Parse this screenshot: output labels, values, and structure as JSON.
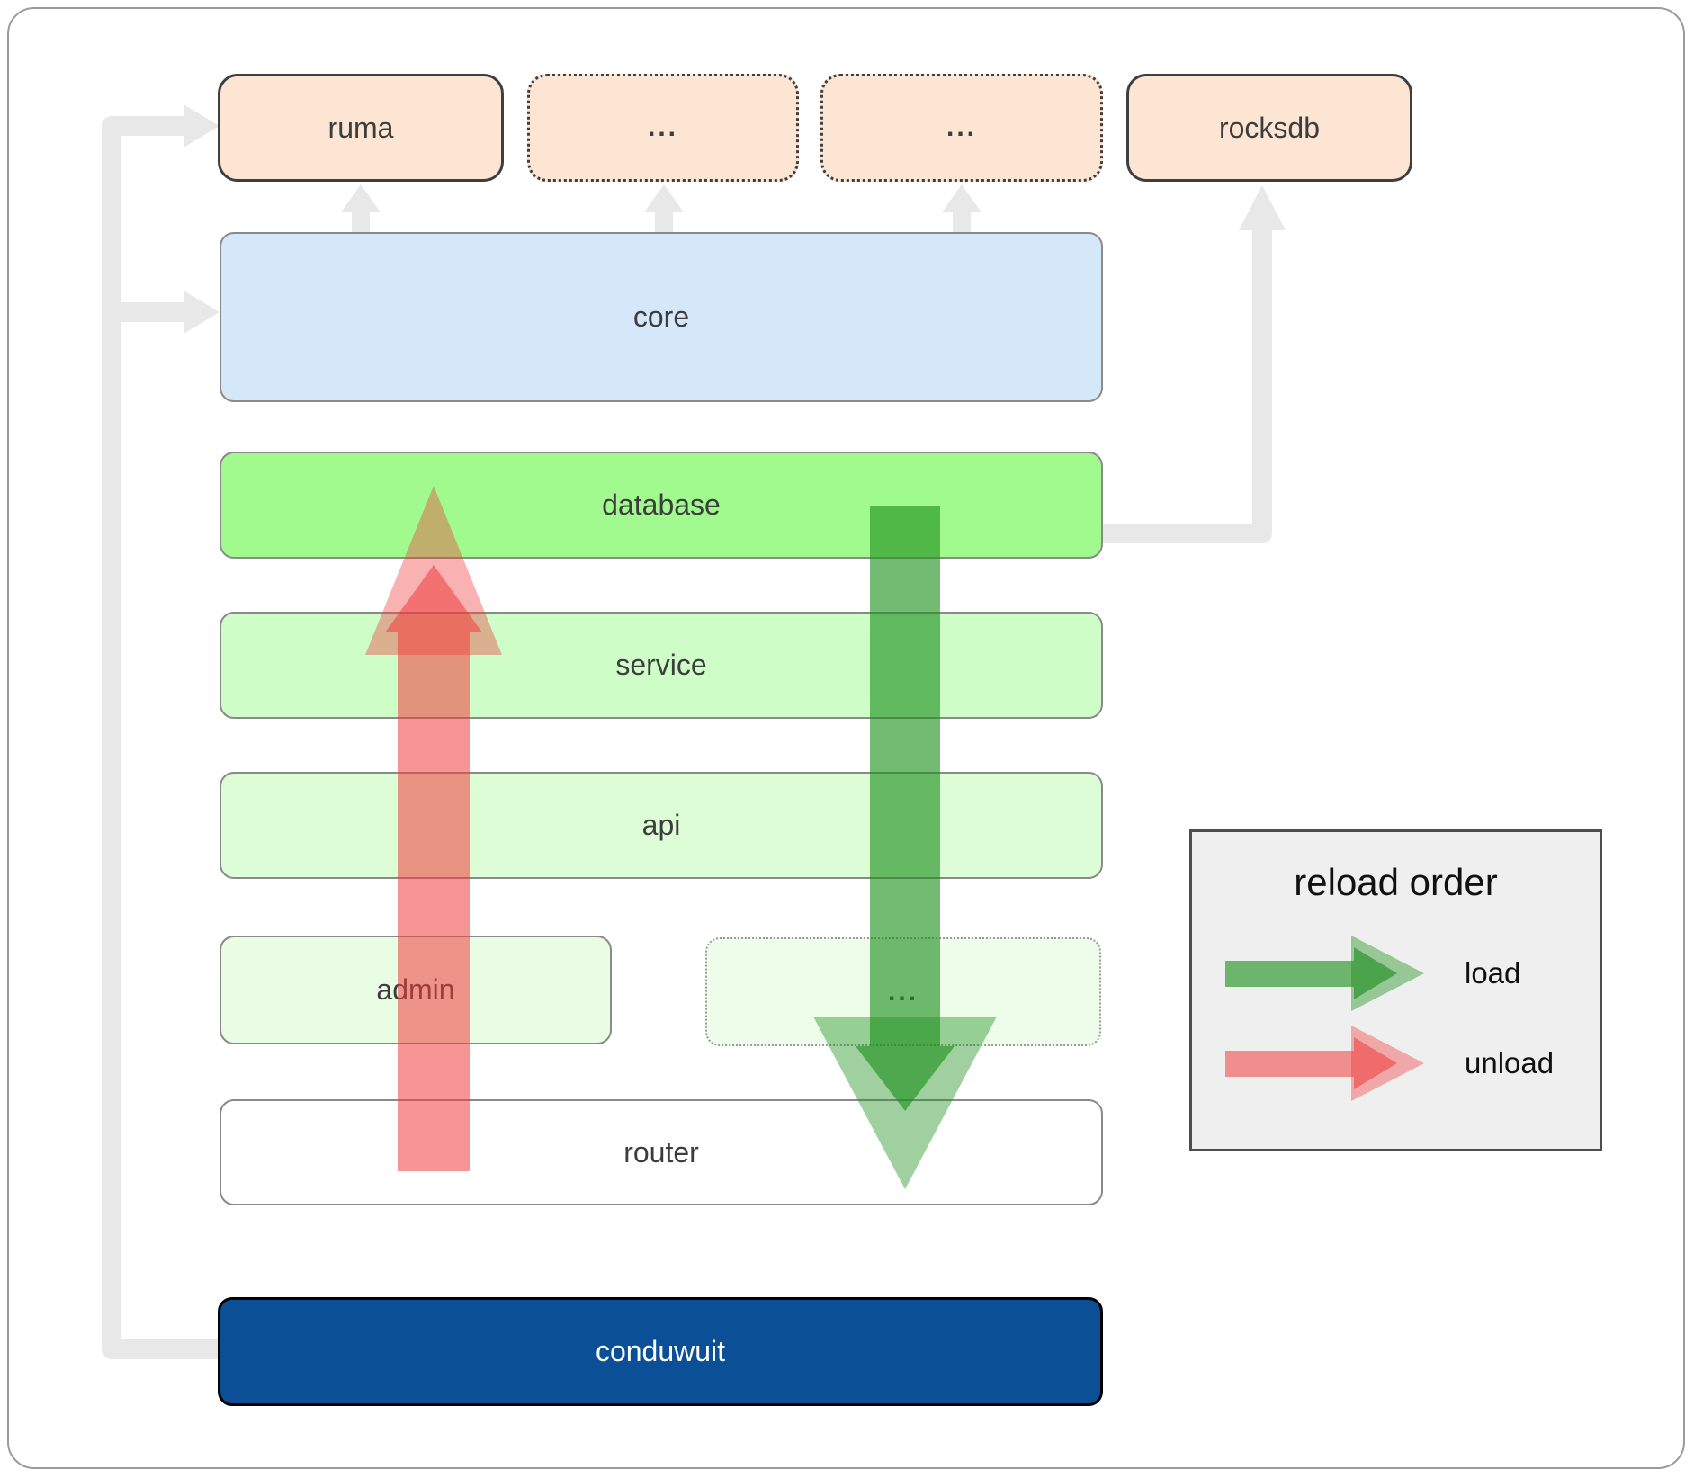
{
  "diagram_title": "conduwuit architecture reload order diagram",
  "colors": {
    "load_arrow": "#1d8f1d",
    "unload_arrow": "#f03c3c",
    "connector": "#e8e8e8",
    "top_box_fill": "#fce5d3",
    "core_fill": "#d5e8fa",
    "database_fill": "#a1fa8d",
    "service_fill": "#cefdc8",
    "api_fill": "#ddfdd6",
    "admin_fill": "#e9fde4",
    "router_fill": "#ffffff",
    "conduwuit_fill": "#0b4f96",
    "legend_fill": "#efefef"
  },
  "top_row": {
    "ruma": "ruma",
    "ellipsis_left": "...",
    "ellipsis_right": "...",
    "rocksdb": "rocksdb"
  },
  "layers": {
    "core": "core",
    "database": "database",
    "service": "service",
    "api": "api",
    "admin": "admin",
    "admin_ellipsis": "...",
    "router": "router",
    "conduwuit": "conduwuit"
  },
  "legend": {
    "title": "reload order",
    "load_label": "load",
    "unload_label": "unload"
  }
}
